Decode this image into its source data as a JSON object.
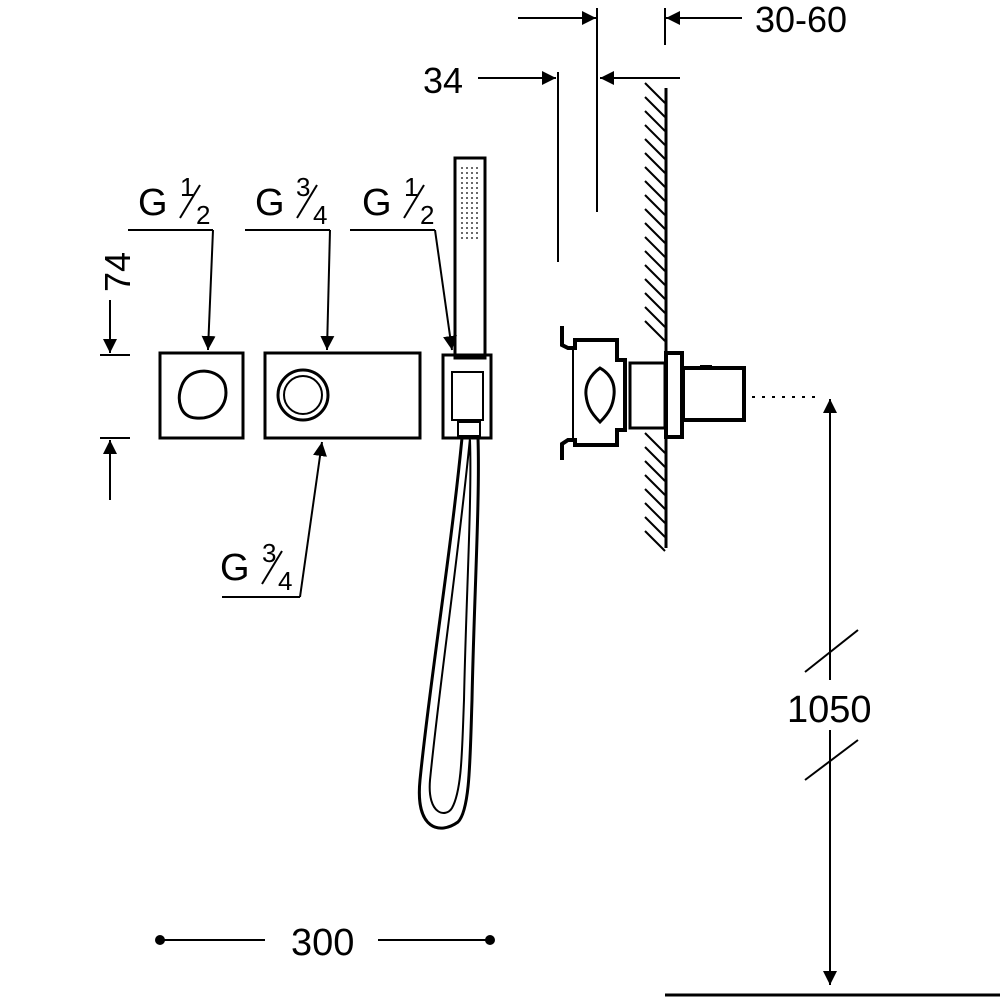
{
  "dimensions": {
    "wall_depth": "30-60",
    "recess": "34",
    "height_74": "74",
    "height_floor": "1050",
    "width": "300"
  },
  "connections": [
    {
      "label": "G",
      "num": "1",
      "den": "2"
    },
    {
      "label": "G",
      "num": "3",
      "den": "4"
    },
    {
      "label": "G",
      "num": "1",
      "den": "2"
    },
    {
      "label": "G",
      "num": "3",
      "den": "4"
    }
  ],
  "colors": {
    "line": "#000000",
    "background": "#ffffff"
  }
}
